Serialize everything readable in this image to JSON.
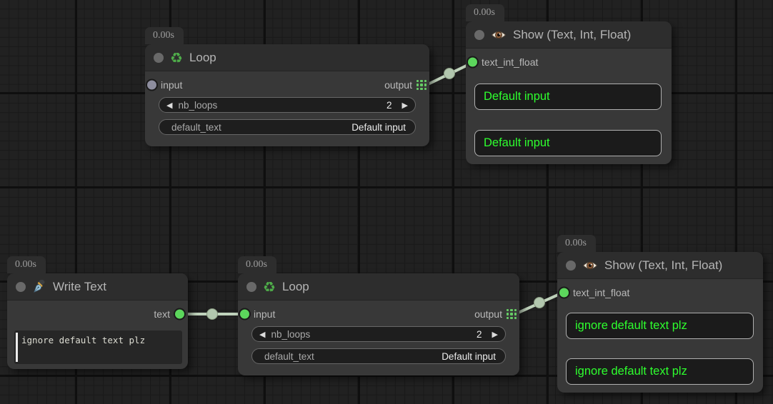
{
  "icons": {
    "recycle": "♻",
    "arrow_left": "◀",
    "arrow_right": "▶"
  },
  "colors": {
    "accent_green_text": "#2eff2e",
    "link": "#c0d3bc",
    "socket_connected": "#5cd65c",
    "socket_unconnected": "#8d8d9e",
    "grid_output_icon": "#66cc66",
    "node_body": "#383838",
    "node_titlebar": "#2d2d2d"
  },
  "nodes": {
    "loop_top": {
      "badge": "0.00s",
      "title": "Loop",
      "input_label": "input",
      "output_label": "output",
      "widgets": {
        "nb_loops": {
          "label": "nb_loops",
          "value": "2"
        },
        "default_text": {
          "label": "default_text",
          "value": "Default input"
        }
      }
    },
    "show_top": {
      "badge": "0.00s",
      "title": "Show (Text, Int, Float)",
      "input_label": "text_int_float",
      "box1": "Default input",
      "box2": "Default input"
    },
    "write_text": {
      "badge": "0.00s",
      "title": "Write Text",
      "output_label": "text",
      "textarea_value": "ignore default text plz"
    },
    "loop_bottom": {
      "badge": "0.00s",
      "title": "Loop",
      "input_label": "input",
      "output_label": "output",
      "widgets": {
        "nb_loops": {
          "label": "nb_loops",
          "value": "2"
        },
        "default_text": {
          "label": "default_text",
          "value": "Default input"
        }
      }
    },
    "show_bottom": {
      "badge": "0.00s",
      "title": "Show (Text, Int, Float)",
      "input_label": "text_int_float",
      "box1": "ignore default text plz",
      "box2": "ignore default text plz"
    }
  }
}
